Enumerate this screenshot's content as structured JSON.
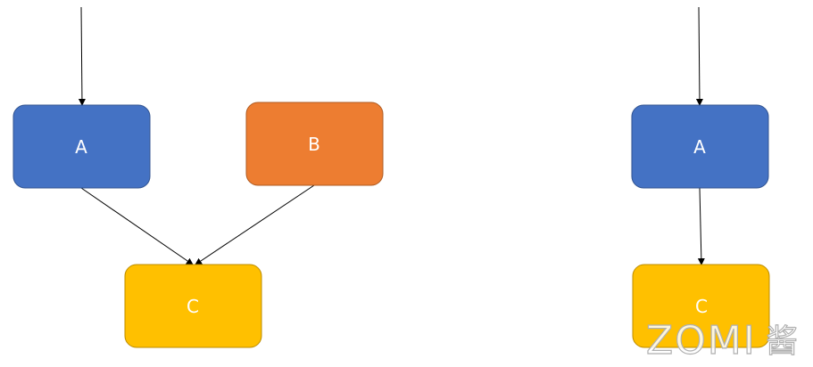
{
  "colors": {
    "node_a": "#4472c4",
    "node_b": "#ed7d31",
    "node_c": "#ffc000",
    "edge": "#000000",
    "label": "#ffffff",
    "watermark_stroke": "#b0b0b0"
  },
  "left_diagram": {
    "node_a": {
      "label": "A",
      "color_key": "node_a"
    },
    "node_b": {
      "label": "B",
      "color_key": "node_b"
    },
    "node_c": {
      "label": "C",
      "color_key": "node_c"
    },
    "edges": [
      "input->A",
      "A->C",
      "B->C"
    ]
  },
  "right_diagram": {
    "node_a": {
      "label": "A",
      "color_key": "node_a"
    },
    "node_c": {
      "label": "C",
      "color_key": "node_c"
    },
    "edges": [
      "input->A",
      "A->C"
    ]
  },
  "watermark": {
    "text": "ZOMI",
    "glyph": "酱"
  }
}
